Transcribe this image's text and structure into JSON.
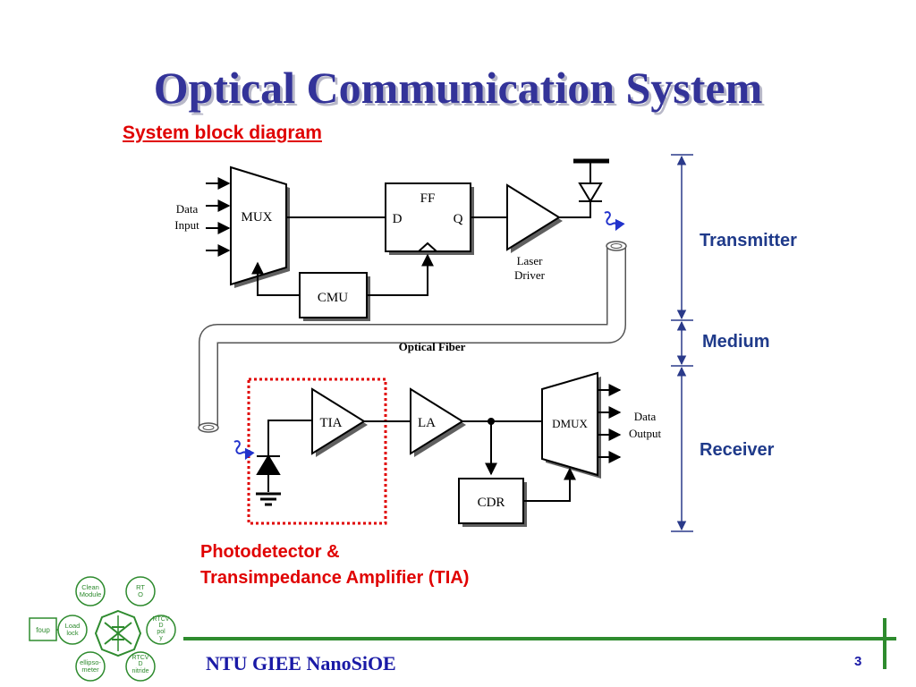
{
  "title": "Optical Communication System",
  "subtitle": "System block diagram",
  "sections": {
    "transmitter": "Transmitter",
    "medium": "Medium",
    "receiver": "Receiver"
  },
  "transmitter": {
    "data_input_line1": "Data",
    "data_input_line2": "Input",
    "mux": "MUX",
    "ff": "FF",
    "ff_d": "D",
    "ff_q": "Q",
    "cmu": "CMU",
    "laser_driver_line1": "Laser",
    "laser_driver_line2": "Driver"
  },
  "medium": {
    "fiber": "Optical Fiber"
  },
  "receiver": {
    "tia": "TIA",
    "la": "LA",
    "dmux": "DMUX",
    "cdr": "CDR",
    "data_output_line1": "Data",
    "data_output_line2": "Output"
  },
  "photodetector_caption": {
    "line1": "Photodetector &",
    "line2": "Transimpedance Amplifier (TIA)"
  },
  "logo": {
    "clean_module_line1": "Clean",
    "clean_module_line2": "Module",
    "rto_line1": "RT",
    "rto_line2": "O",
    "foup": "foup",
    "load_lock_line1": "Load",
    "load_lock_line2": "lock",
    "rtcvd_poly_line1": "RTCV",
    "rtcvd_poly_line2": "D",
    "rtcvd_poly_line3": "pol",
    "rtcvd_poly_line4": "y",
    "ellipsometer_line1": "ellipso-",
    "ellipsometer_line2": "meter",
    "rtcvd_nitride_line1": "RTCV",
    "rtcvd_nitride_line2": "D",
    "rtcvd_nitride_line3": "nitride"
  },
  "footer": {
    "org": "NTU GIEE NanoSiOE",
    "page": "3"
  },
  "colors": {
    "title": "#333399",
    "accent_red": "#e00000",
    "section_blue": "#1f3a8a",
    "footer_green": "#2e8b2e",
    "photon_blue": "#2233cc"
  }
}
